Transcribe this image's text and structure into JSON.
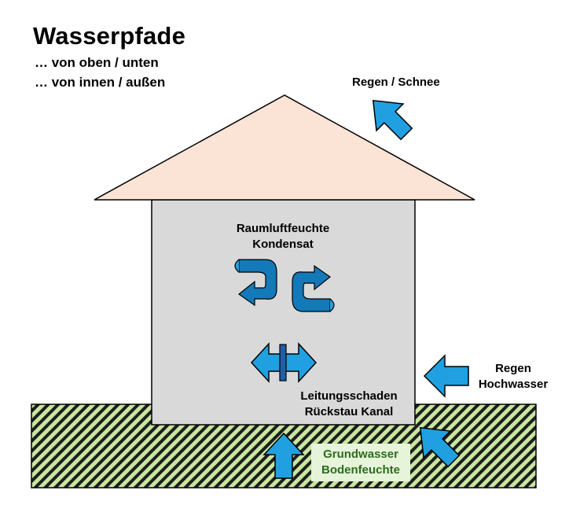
{
  "title": "Wasserpfade",
  "subtitle_lines": [
    "… von oben / unten",
    "… von innen / außen"
  ],
  "labels": {
    "rain_snow": "Regen / Schnee",
    "room_humidity": [
      "Raumluftfeuchte",
      "Kondensat"
    ],
    "pipe_damage": [
      "Leitungsschaden",
      "Rückstau Kanal"
    ],
    "rain_flood": [
      "Regen",
      "Hochwasser"
    ],
    "groundwater": [
      "Grundwasser",
      "Bodenfeuchte"
    ]
  },
  "icons": [
    "arrow-down-left-icon",
    "curved-arrow-icon",
    "double-arrow-icon",
    "arrow-left-icon",
    "arrow-up-left-icon",
    "arrow-up-icon"
  ],
  "colors": {
    "roof_fill": "#fbe3d6",
    "wall_fill": "#d9d9d9",
    "arrow_fill": "#20a0e0",
    "arrow_dark": "#1479b8",
    "ground_hatch": "#c8e6a0",
    "label_box_fill": "#e6f4da",
    "label_box_text": "#2f6b1f"
  }
}
